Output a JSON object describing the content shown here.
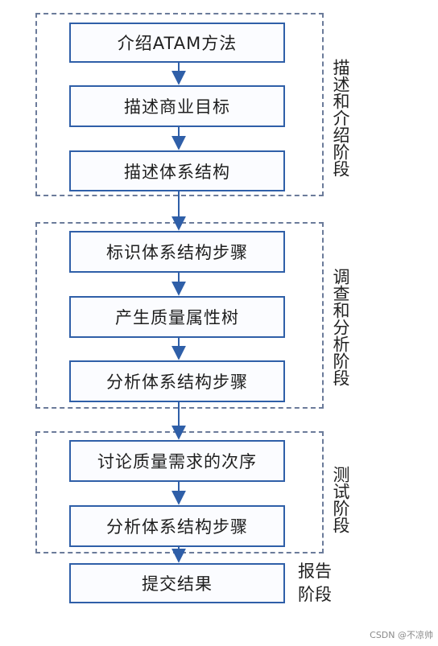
{
  "steps": [
    "介绍ATAM方法",
    "描述商业目标",
    "描述体系结构",
    "标识体系结构步骤",
    "产生质量属性树",
    "分析体系结构步骤",
    "讨论质量需求的次序",
    "分析体系结构步骤",
    "提交结果"
  ],
  "phases": [
    "描述和介绍阶段",
    "调查和分析阶段",
    "测试阶段",
    "报告阶段"
  ],
  "watermark": "CSDN @不凉帅",
  "colors": {
    "box_border": "#2f5fa8",
    "arrow": "#2f5fa8",
    "group_border": "#6b7b9a"
  }
}
